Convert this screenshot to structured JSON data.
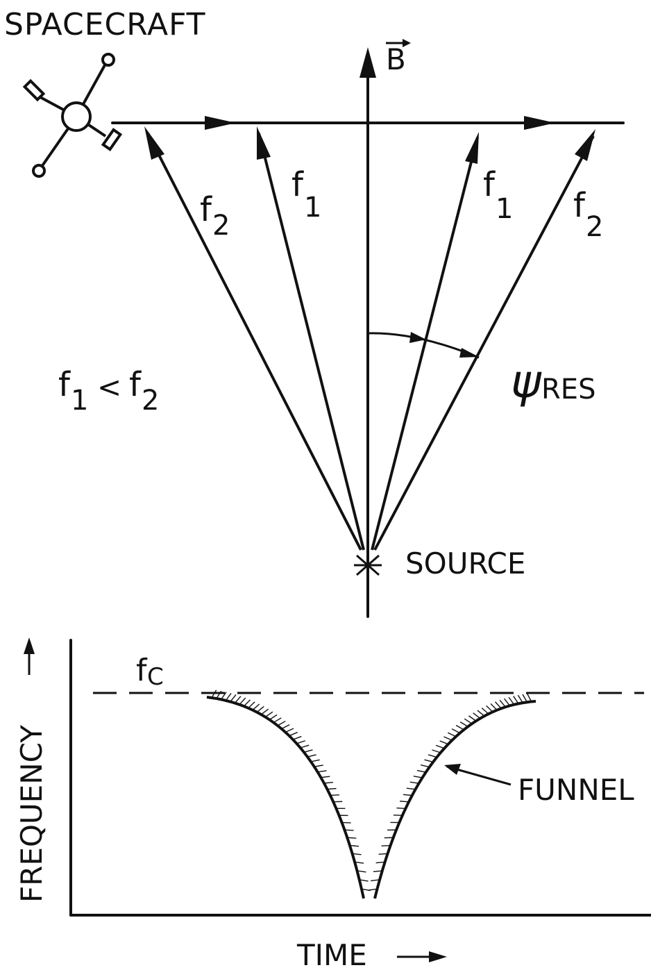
{
  "labels": {
    "spacecraft": "SPACECRAFT",
    "b_field": "B",
    "f2_left": "f",
    "f2_left_sub": "2",
    "f1_left": "f",
    "f1_left_sub": "1",
    "f1_right": "f",
    "f1_right_sub": "1",
    "f2_right": "f",
    "f2_right_sub": "2",
    "inequality_f1": "f",
    "inequality_sub1": "1",
    "inequality_op": "<",
    "inequality_f2": "f",
    "inequality_sub2": "2",
    "psi": "ψ",
    "psi_sub": "RES",
    "source": "SOURCE",
    "fc": "f",
    "fc_sub": "C",
    "funnel": "FUNNEL",
    "y_axis": "FREQUENCY",
    "x_axis": "TIME"
  },
  "icons": {
    "spacecraft": "spacecraft-icon",
    "source": "asterisk-source-icon"
  },
  "colors": {
    "ink": "#111111",
    "background": "#ffffff"
  }
}
